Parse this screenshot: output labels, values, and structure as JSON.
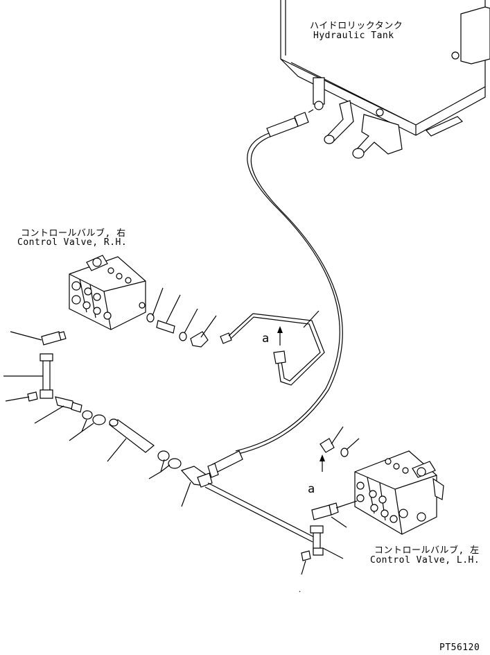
{
  "labels": {
    "tank_jp": "ハイドロリックタンク",
    "tank_en": "Hydraulic Tank",
    "cv_rh_jp": "コントロールバルブ, 右",
    "cv_rh_en": "Control Valve, R.H.",
    "cv_lh_jp": "コントロールバルブ, 左",
    "cv_lh_en": "Control Valve, L.H.",
    "arrow_a_1": "a",
    "arrow_a_2": "a",
    "figure_code": "PT56120"
  },
  "colors": {
    "ink": "#000000",
    "paper": "#ffffff"
  }
}
